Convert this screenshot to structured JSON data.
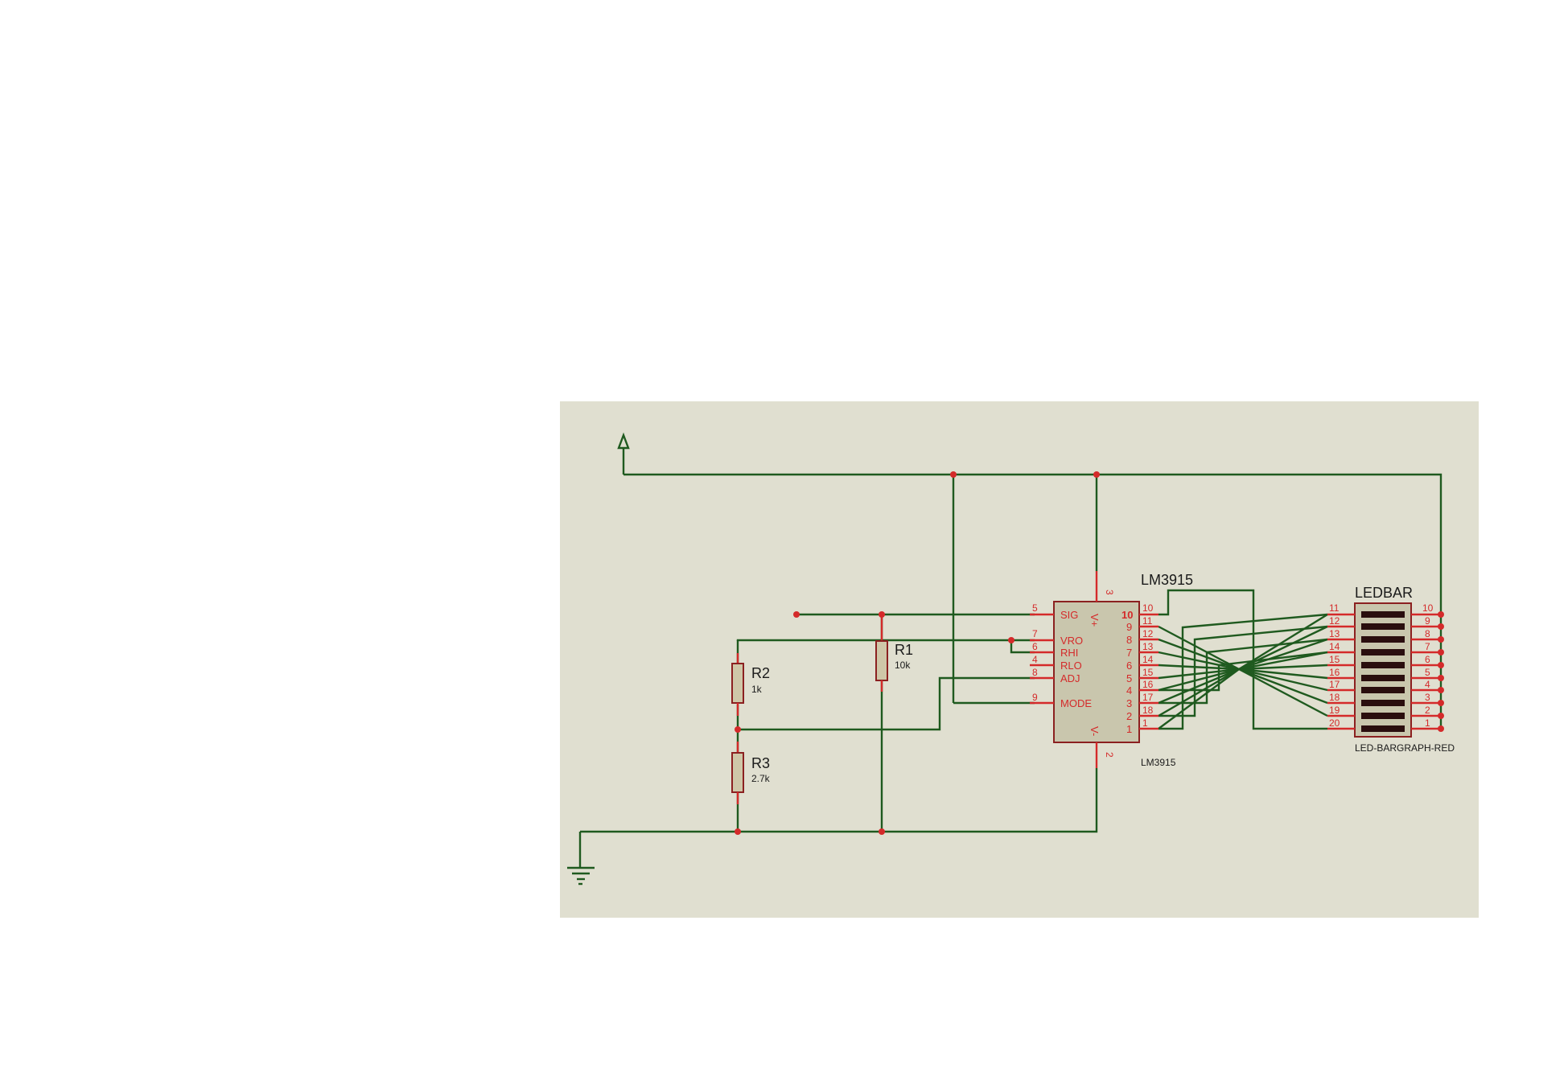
{
  "components": {
    "lm3915": {
      "ref": "LM3915",
      "value": "LM3915",
      "left_pins": [
        {
          "num": "5",
          "name": "SIG"
        },
        {
          "num": "7",
          "name": "VRO"
        },
        {
          "num": "6",
          "name": "RHI"
        },
        {
          "num": "4",
          "name": "RLO"
        },
        {
          "num": "8",
          "name": "ADJ"
        },
        {
          "num": "9",
          "name": "MODE"
        }
      ],
      "top_pin": {
        "num": "3",
        "name": "V+"
      },
      "bottom_pin": {
        "num": "2",
        "name": "V-"
      },
      "right_pins": [
        {
          "num": "10",
          "name": "10"
        },
        {
          "num": "11",
          "name": "9"
        },
        {
          "num": "12",
          "name": "8"
        },
        {
          "num": "13",
          "name": "7"
        },
        {
          "num": "14",
          "name": "6"
        },
        {
          "num": "15",
          "name": "5"
        },
        {
          "num": "16",
          "name": "4"
        },
        {
          "num": "17",
          "name": "3"
        },
        {
          "num": "18",
          "name": "2"
        },
        {
          "num": "1",
          "name": "1"
        }
      ]
    },
    "ledbar": {
      "ref": "LEDBAR",
      "value": "LED-BARGRAPH-RED",
      "left_pins": [
        "11",
        "12",
        "13",
        "14",
        "15",
        "16",
        "17",
        "18",
        "19",
        "20"
      ],
      "right_pins": [
        "10",
        "9",
        "8",
        "7",
        "6",
        "5",
        "4",
        "3",
        "2",
        "1"
      ]
    },
    "r1": {
      "ref": "R1",
      "value": "10k"
    },
    "r2": {
      "ref": "R2",
      "value": "1k"
    },
    "r3": {
      "ref": "R3",
      "value": "2.7k"
    }
  },
  "colors": {
    "sheet": "#e0dfd0",
    "wire": "#1f5a1f",
    "pin": "#d42a2a",
    "chip_fill": "#c9c6ad",
    "led_segment": "#2a0e0e"
  }
}
